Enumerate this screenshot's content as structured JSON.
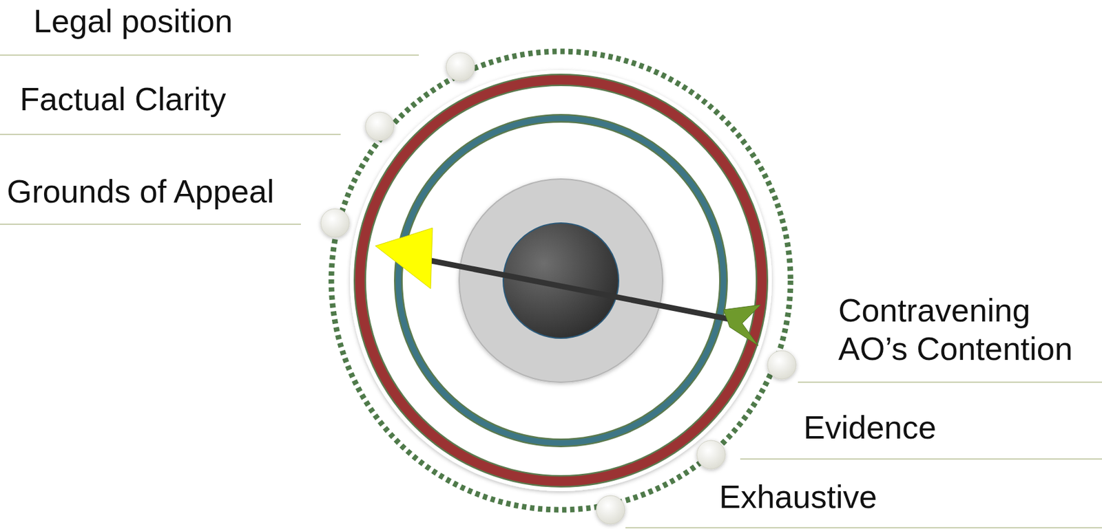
{
  "diagram": {
    "labels": [
      "Legal position",
      "Factual Clarity",
      "Grounds of Appeal",
      "Contravening AO’s Contention",
      "Evidence",
      "Exhaustive"
    ]
  }
}
